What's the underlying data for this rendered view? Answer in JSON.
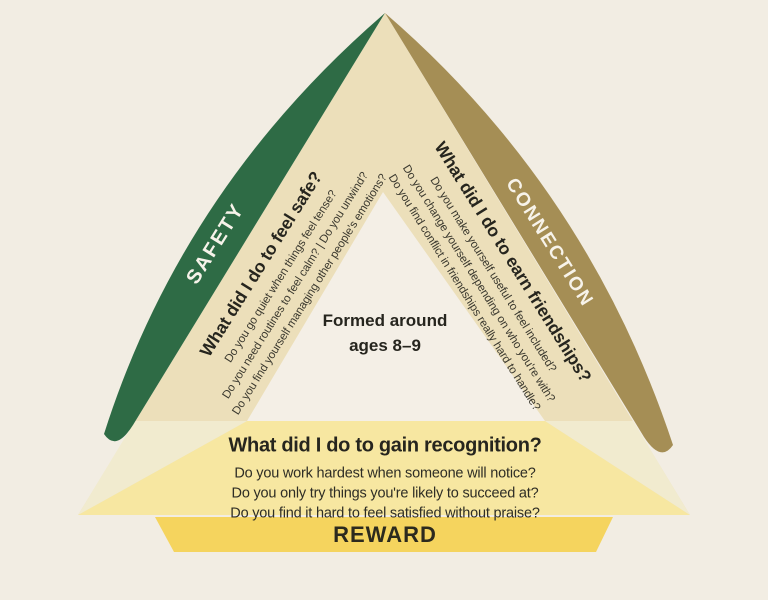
{
  "center_note": {
    "line1": "Formed around",
    "line2": "ages 8–9"
  },
  "safety": {
    "label": "SAFETY",
    "heading": "What did I do to feel safe?",
    "questions": [
      "Do you go quiet when things feel tense?",
      "Do you need routines to feel calm? | Do you unwind?",
      "Do you find yourself managing other people's emotions?"
    ]
  },
  "connection": {
    "label": "CONNECTION",
    "heading": "What did I do to earn friendships?",
    "questions": [
      "Do you make yourself useful to feel included?",
      "Do you change yourself depending on who you're with?",
      "Do you find conflict in friendships really hard to handle?"
    ]
  },
  "reward": {
    "label": "REWARD",
    "heading": "What did I do to gain recognition?",
    "questions": [
      "Do you work hardest when someone will notice?",
      "Do you only try things you're likely to succeed at?",
      "Do you find it hard to feel satisfied without praise?"
    ]
  },
  "colors": {
    "background": "#f2ede3",
    "cream_band": "#ecdfba",
    "inner_hole": "#f4efe6",
    "panel_yellow": "#f7e7a1",
    "corner_wedge": "#f1ebcf",
    "safety_green": "#2e6b45",
    "connection_tan": "#a58e55",
    "reward_yellow": "#f5d45e",
    "text_dark": "#26251e",
    "label_light": "#f7f3ea"
  }
}
